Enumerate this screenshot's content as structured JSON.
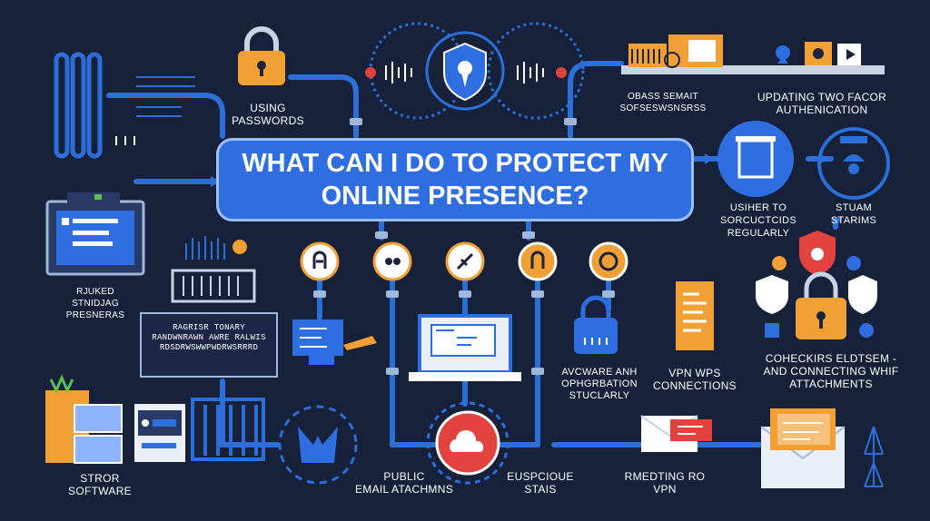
{
  "title": "WHAT CAN I DO TO\nPROTECT MY ONLINE PRESENCE?",
  "labels": {
    "using_passwords": "USING\nPASSWORDS",
    "obass": "OBASS SEMAIT\nSOFSESWSNSRSS",
    "updating": "UPDATING TWO FACOR\nAUTHENICATION",
    "usher": "USIHER TO\nSORCUCTCIDS\nREGULARLY",
    "stuam": "STUAM\nSTARIMS",
    "rjuked": "RJUKED\nSTNIDJAG\nPRESNERAS",
    "panel_text": "RAGRISR TONARY\nRANDWNRAWN AWRE RALWIS\nRDSDRWSWWPWDRWSRRRD",
    "avcware": "AVCWARE ANH\nOPHGRBATION\nSTUCLARLY",
    "vpn_wps": "VPN WPS\nCONNECTIONS",
    "cohecrirs": "COHECKIRS ELDTSEM -\nAND CONNECTING WHIF\nATTACHMENTS",
    "stror": "STROR\nSOFTWARE",
    "public": "PUBLIC\nEMAIL ATACHMNS",
    "euspcioue": "EUSPCIOUE\nSTAIS",
    "rmedting": "RMEDTING RO\nVPN"
  },
  "colors": {
    "background": "#17213a",
    "accent_blue": "#2f6ee0",
    "line_blue": "#2d6fd9",
    "orange": "#f0a035",
    "red": "#e2433f",
    "white": "#ffffff"
  },
  "icons": [
    "lock-icon",
    "shield-icon",
    "envelope-icon",
    "laptop-icon",
    "cloud-icon",
    "server-icon",
    "gear-icon",
    "document-icon",
    "key-icon",
    "face-icon"
  ]
}
